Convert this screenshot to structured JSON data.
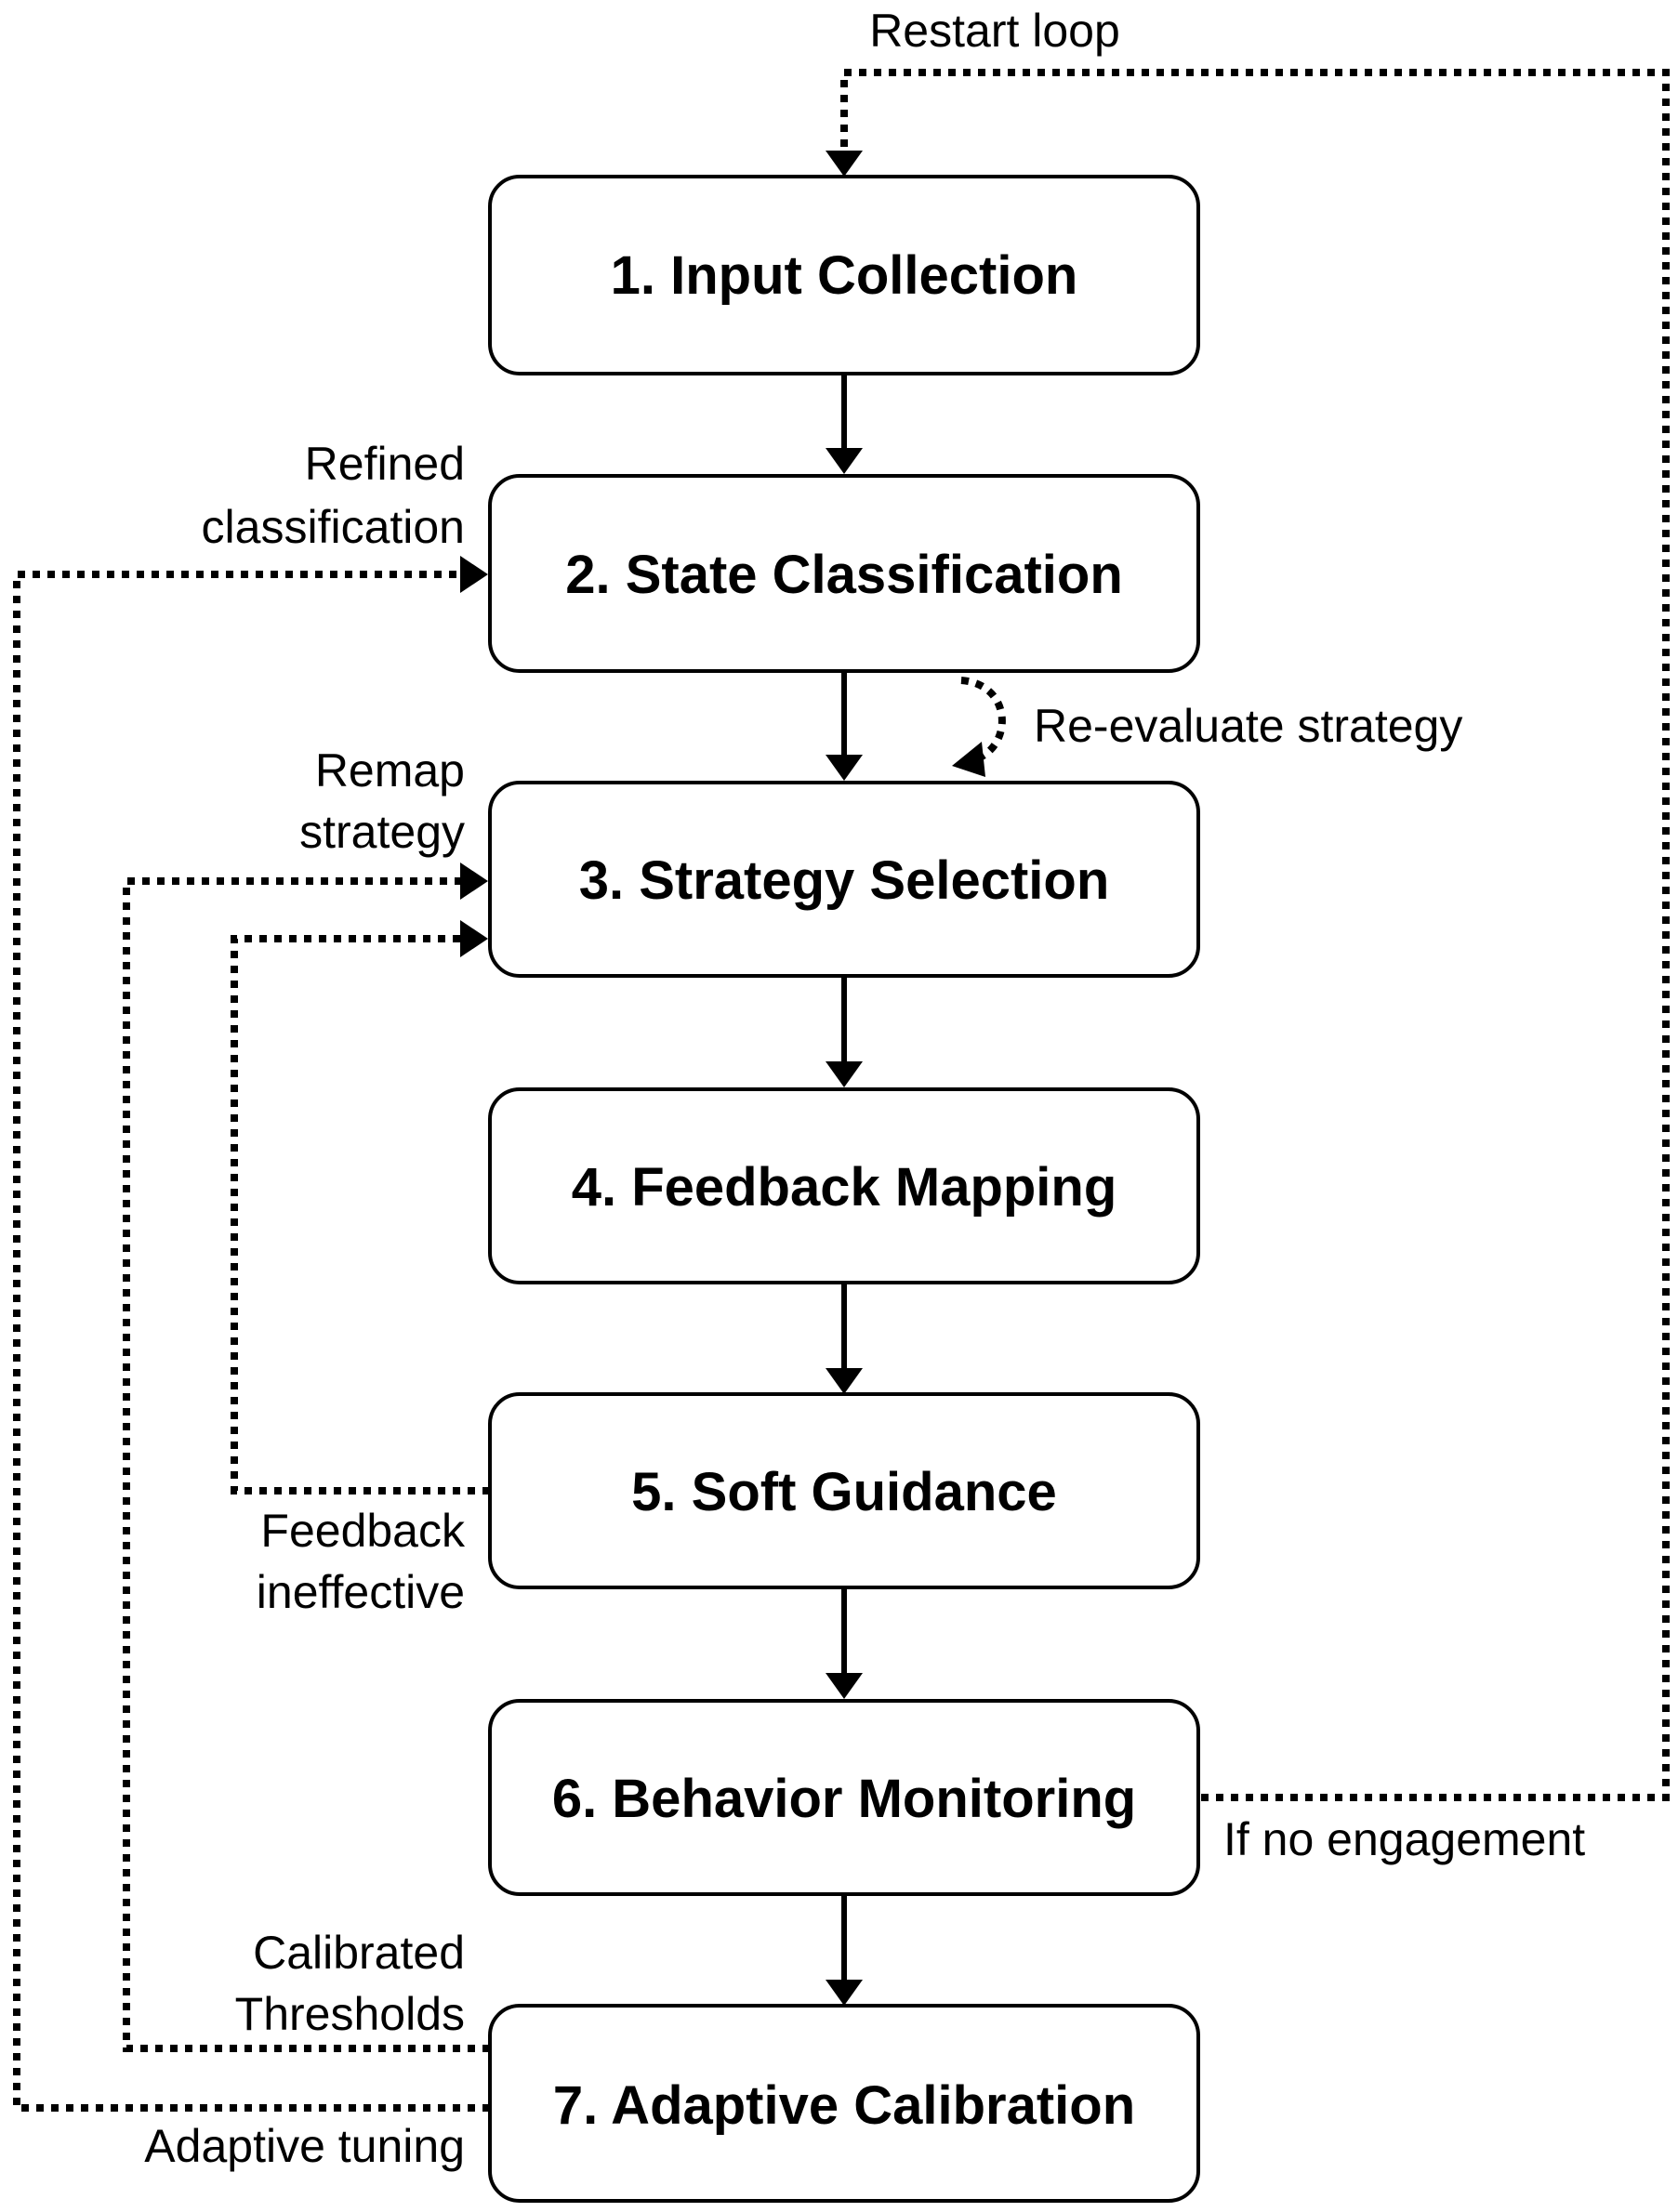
{
  "steps": [
    {
      "label": "1. Input Collection"
    },
    {
      "label": "2. State Classification"
    },
    {
      "label": "3. Strategy Selection"
    },
    {
      "label": "4. Feedback Mapping"
    },
    {
      "label": "5. Soft Guidance"
    },
    {
      "label": "6. Behavior Monitoring"
    },
    {
      "label": "7. Adaptive Calibration"
    }
  ],
  "loops": {
    "restart": "Restart loop",
    "refined_line1": "Refined",
    "refined_line2": "classification",
    "reevaluate": "Re-evaluate strategy",
    "remap_line1": "Remap",
    "remap_line2": "strategy",
    "feedback_line1": "Feedback",
    "feedback_line2": "ineffective",
    "no_engagement": "If no engagement",
    "calibrated_line1": "Calibrated",
    "calibrated_line2": "Thresholds",
    "adaptive_tuning": "Adaptive tuning"
  }
}
